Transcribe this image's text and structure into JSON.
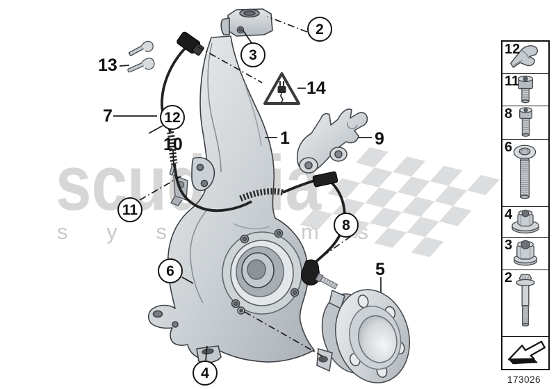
{
  "watermark": {
    "title": "scuderia",
    "subtitle": "systems"
  },
  "diagram": {
    "title_semantic": "front-steering-knuckle-wheel-bearing-exploded-diagram",
    "callouts": {
      "c1": {
        "label": "1"
      },
      "c2": {
        "label": "2"
      },
      "c3": {
        "label": "3"
      },
      "c4": {
        "label": "4"
      },
      "c5": {
        "label": "5"
      },
      "c6": {
        "label": "6"
      },
      "c7": {
        "label": "7"
      },
      "c8": {
        "label": "8"
      },
      "c9": {
        "label": "9"
      },
      "c10": {
        "label": "10"
      },
      "c11": {
        "label": "11"
      },
      "c12": {
        "label": "12"
      },
      "c13": {
        "label": "13"
      },
      "c14": {
        "label": "14"
      }
    },
    "warning_icon": "electrical-plug-warning"
  },
  "sidebar": {
    "items": [
      {
        "label": "12",
        "icon": "retaining-clip-icon"
      },
      {
        "label": "11",
        "icon": "socket-head-screw-icon"
      },
      {
        "label": "8",
        "icon": "socket-head-screw-icon"
      },
      {
        "label": "6",
        "icon": "torx-head-bolt-icon"
      },
      {
        "label": "4",
        "icon": "flange-nut-icon"
      },
      {
        "label": "3",
        "icon": "collar-nut-icon"
      },
      {
        "label": "2",
        "icon": "hex-flange-bolt-icon"
      }
    ],
    "direction_icon": "view-direction-arrow-icon"
  },
  "footer": {
    "part_code": "173026"
  },
  "colors": {
    "line": "#1a1a1a",
    "metal_light": "#e9ebed",
    "metal_dark": "#b2b8bd",
    "watermark_text": "#d6d6d6",
    "watermark_flag": "#dcdddf"
  }
}
